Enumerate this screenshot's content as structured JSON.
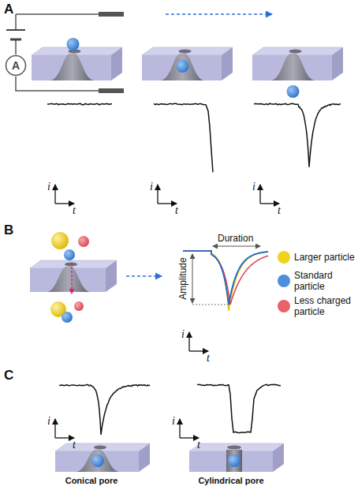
{
  "diagram": {
    "nodes": [
      {
        "text": [
          "A"
        ]
      }
    ],
    "labels": [
      "A",
      "i",
      "t",
      "i",
      "t",
      "i",
      "t",
      "B",
      "Duration",
      "Amplitude",
      "i",
      "t",
      "C",
      "i",
      "t",
      "i",
      "t",
      "Conical pore",
      "Cylindrical pore"
    ],
    "legend": [
      {
        "text": "Larger particle",
        "color": "#f1d21c"
      },
      {
        "text": "Standard particle",
        "color": "#4d8fdc"
      },
      {
        "text": "Less charged particle",
        "color": "#e9626b"
      }
    ]
  }
}
